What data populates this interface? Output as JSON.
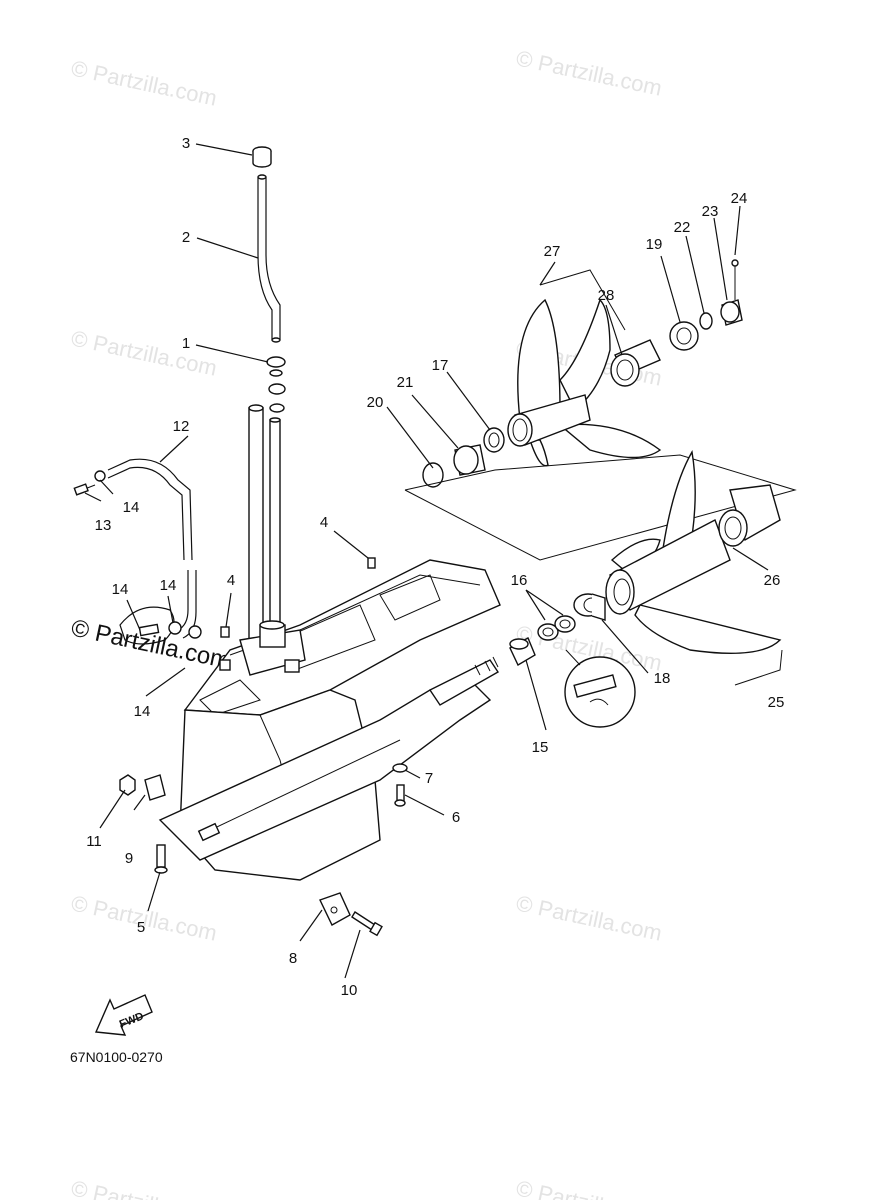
{
  "watermark": "© Partzilla.com",
  "figure_code": "67N0100-0270",
  "fwd_label": "FWD",
  "callouts": [
    "1",
    "2",
    "3",
    "4",
    "4",
    "5",
    "6",
    "7",
    "8",
    "9",
    "10",
    "11",
    "12",
    "13",
    "14",
    "14",
    "14",
    "14",
    "15",
    "16",
    "17",
    "18",
    "19",
    "20",
    "21",
    "22",
    "23",
    "24",
    "25",
    "26",
    "27",
    "28"
  ]
}
